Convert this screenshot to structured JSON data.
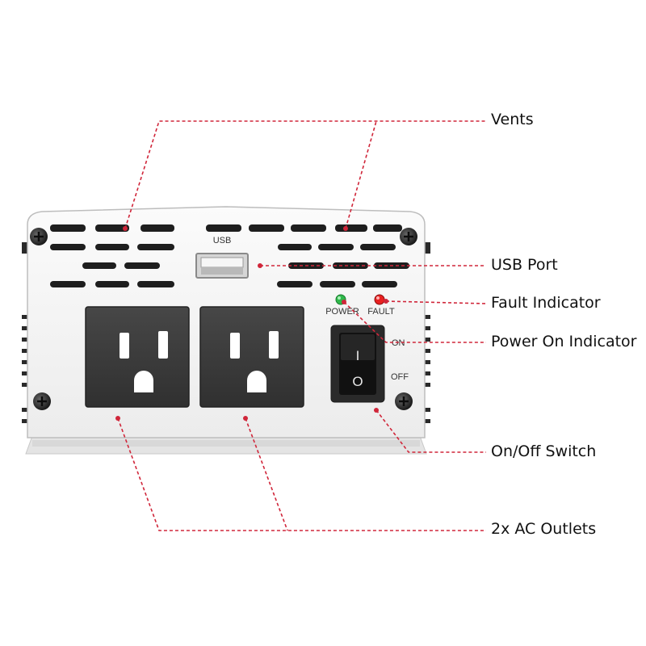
{
  "device": {
    "usb_label": "USB",
    "power_label": "POWER",
    "fault_label": "FAULT",
    "on_label": "ON",
    "off_label": "OFF",
    "switch_on_symbol": "I",
    "switch_off_symbol": "O"
  },
  "callouts": {
    "vents": "Vents",
    "usb_port": "USB Port",
    "fault_indicator": "Fault Indicator",
    "power_on_indicator": "Power On Indicator",
    "on_off_switch": "On/Off Switch",
    "ac_outlets": "2x AC Outlets"
  },
  "colors": {
    "leader_line": "#d0263a",
    "power_led": "#2fb84a",
    "fault_led": "#e82020",
    "outlet": "#3a3a3a",
    "panel": "#f3f3f3"
  }
}
